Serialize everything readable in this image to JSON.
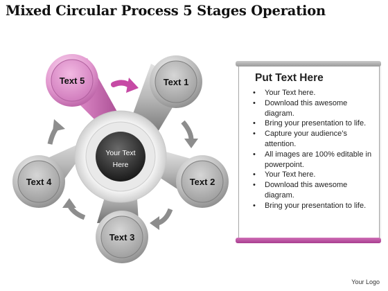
{
  "title": "Mixed Circular Process 5 Stages Operation",
  "hub": {
    "line1": "Your Text",
    "line2": "Here"
  },
  "stages": [
    {
      "label": "Text 1",
      "color": "#8c8c8c"
    },
    {
      "label": "Text 2",
      "color": "#8c8c8c"
    },
    {
      "label": "Text 3",
      "color": "#8c8c8c"
    },
    {
      "label": "Text 4",
      "color": "#8c8c8c"
    },
    {
      "label": "Text 5",
      "color": "#d98bc4"
    }
  ],
  "panel": {
    "heading": "Put Text Here",
    "bullets": [
      "Your Text here.",
      "Download this awesome diagram.",
      "Bring your presentation to life.",
      "Capture your audience’s attention.",
      "All images are 100% editable in powerpoint.",
      "Your Text here.",
      "Download this awesome diagram.",
      "Bring your presentation to life."
    ],
    "accent_color": "#b8459c"
  },
  "logo": "Your Logo"
}
